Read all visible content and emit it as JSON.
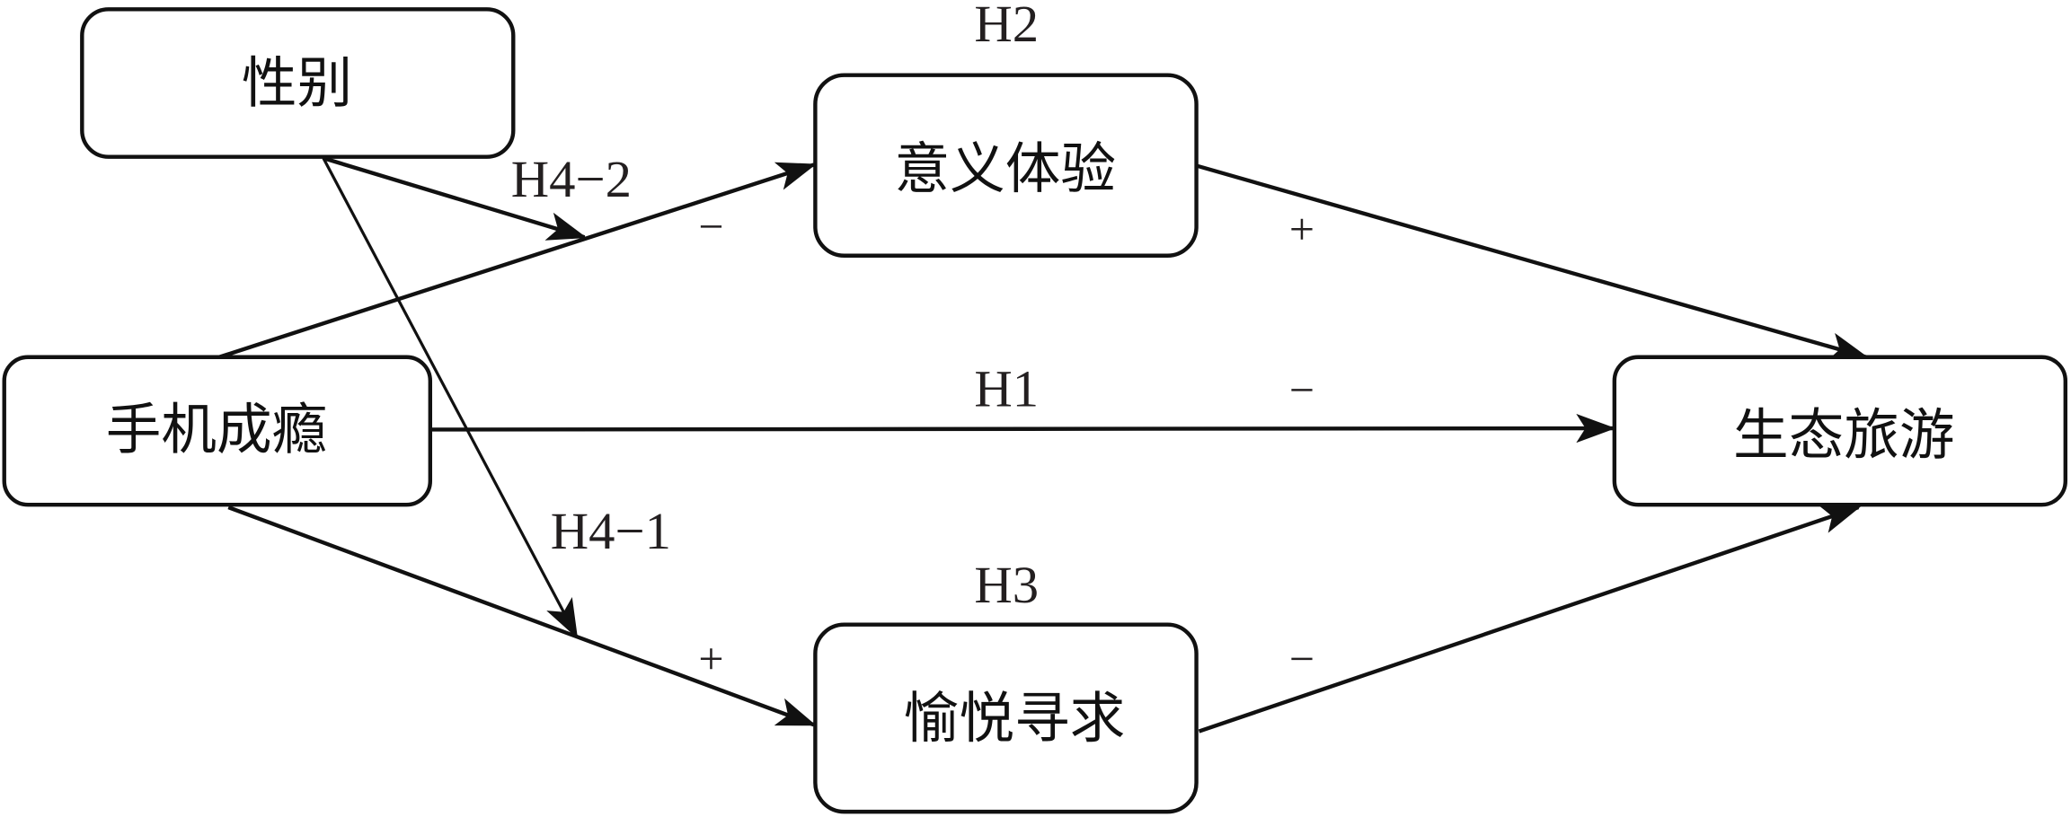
{
  "diagram": {
    "nodes": {
      "gender": "性别",
      "addiction": "手机成瘾",
      "meaning": "意义体验",
      "hedonic": "愉悦寻求",
      "ecotourism": "生态旅游"
    },
    "hypotheses": {
      "h1": "H1",
      "h2": "H2",
      "h3": "H3",
      "h4_1": "H4−1",
      "h4_2": "H4−2"
    },
    "signs": {
      "addiction_to_meaning": "−",
      "meaning_to_ecotourism": "+",
      "addiction_to_ecotourism": "−",
      "addiction_to_hedonic": "+",
      "hedonic_to_ecotourism": "−"
    },
    "edges": [
      {
        "from": "addiction",
        "to": "meaning",
        "sign": "−"
      },
      {
        "from": "meaning",
        "to": "ecotourism",
        "sign": "+"
      },
      {
        "from": "addiction",
        "to": "ecotourism",
        "label": "H1",
        "sign": "−"
      },
      {
        "from": "addiction",
        "to": "hedonic",
        "sign": "+"
      },
      {
        "from": "hedonic",
        "to": "ecotourism",
        "sign": "−"
      },
      {
        "from": "gender",
        "to": "addiction→meaning path",
        "label": "H4−2",
        "type": "moderation"
      },
      {
        "from": "gender",
        "to": "addiction→hedonic path",
        "label": "H4−1",
        "type": "moderation"
      }
    ]
  }
}
